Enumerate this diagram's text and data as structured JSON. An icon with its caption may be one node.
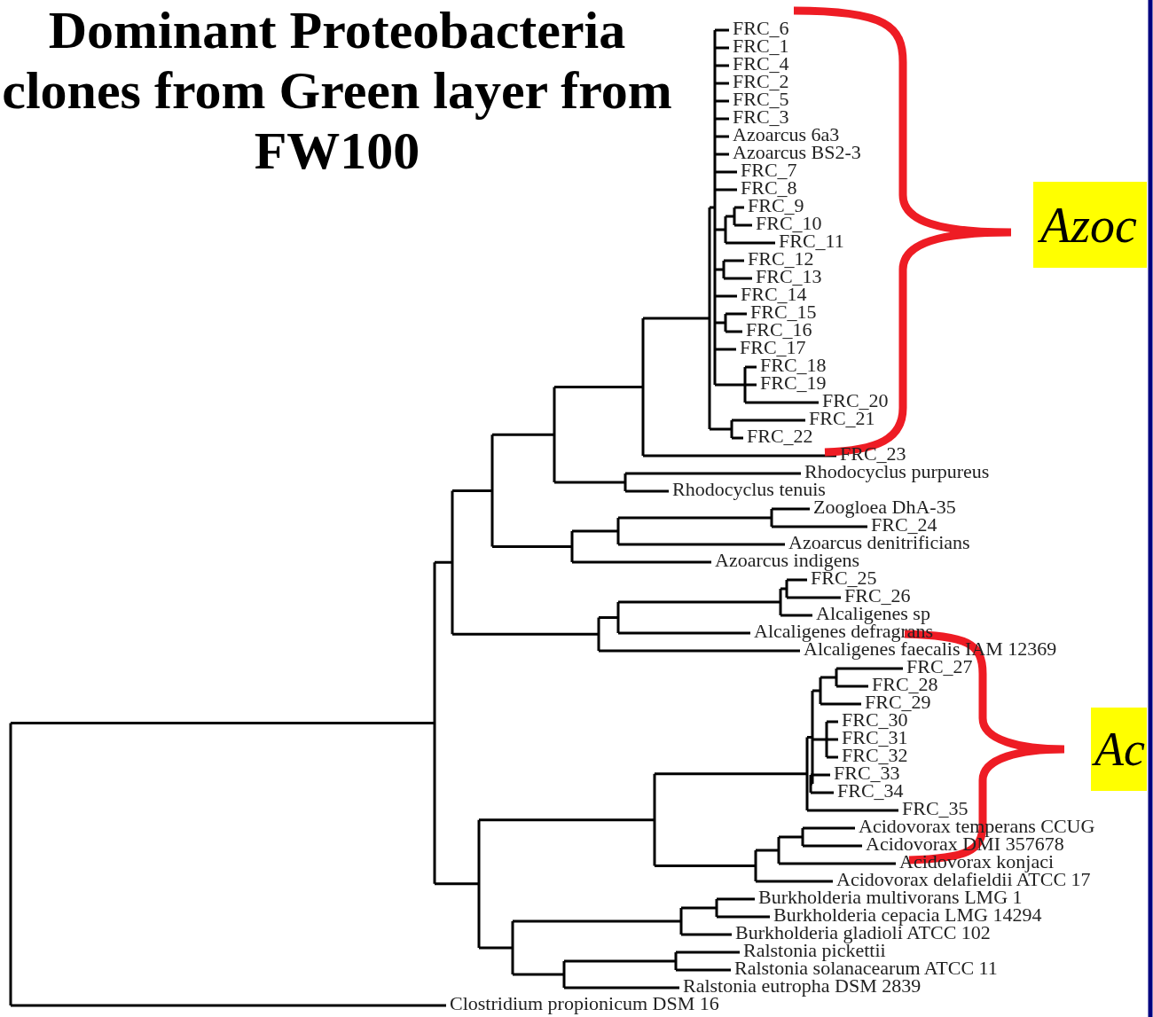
{
  "diagram": {
    "title": "Dominant Proteobacteria clones from Green layer from FW100",
    "nodes": [
      {
        "text": [
          "Azoc"
        ]
      },
      {
        "text": [
          "Ac"
        ]
      }
    ],
    "labels": [
      "FRC_6",
      "FRC_1",
      "FRC_4",
      "FRC_2",
      "FRC_5",
      "FRC_3",
      "Azoarcus 6a3",
      "Azoarcus BS2-3",
      "FRC_7",
      "FRC_8",
      "FRC_9",
      "FRC_10",
      "FRC_11",
      "FRC_12",
      "FRC_13",
      "FRC_14",
      "FRC_15",
      "FRC_16",
      "FRC_17",
      "FRC_18",
      "FRC_19",
      "FRC_20",
      "FRC_21",
      "FRC_22",
      "FRC_23",
      "Rhodocyclus purpureus",
      "Rhodocyclus tenuis",
      "Zoogloea DhA-35",
      "FRC_24",
      "Azoarcus denitrificians",
      "Azoarcus indigens",
      "FRC_25",
      "FRC_26",
      "Alcaligenes sp",
      "Alcaligenes defragrans",
      "Alcaligenes faecalis IAM 12369",
      "FRC_27",
      "FRC_28",
      "FRC_29",
      "FRC_30",
      "FRC_31",
      "FRC_32",
      "FRC_33",
      "FRC_34",
      "FRC_35",
      "Acidovorax temperans CCUG",
      "Acidovorax DMI 357678",
      "Acidovorax konjaci",
      "Acidovorax delafieldii ATCC 17",
      "Burkholderia multivorans LMG 1",
      "Burkholderia cepacia LMG 14294",
      "Burkholderia gladioli ATCC 102",
      "Ralstonia pickettii",
      "Ralstonia solanacearum ATCC 11",
      "Ralstonia eutropha DSM 2839",
      "Clostridium propionicum DSM 16"
    ]
  }
}
